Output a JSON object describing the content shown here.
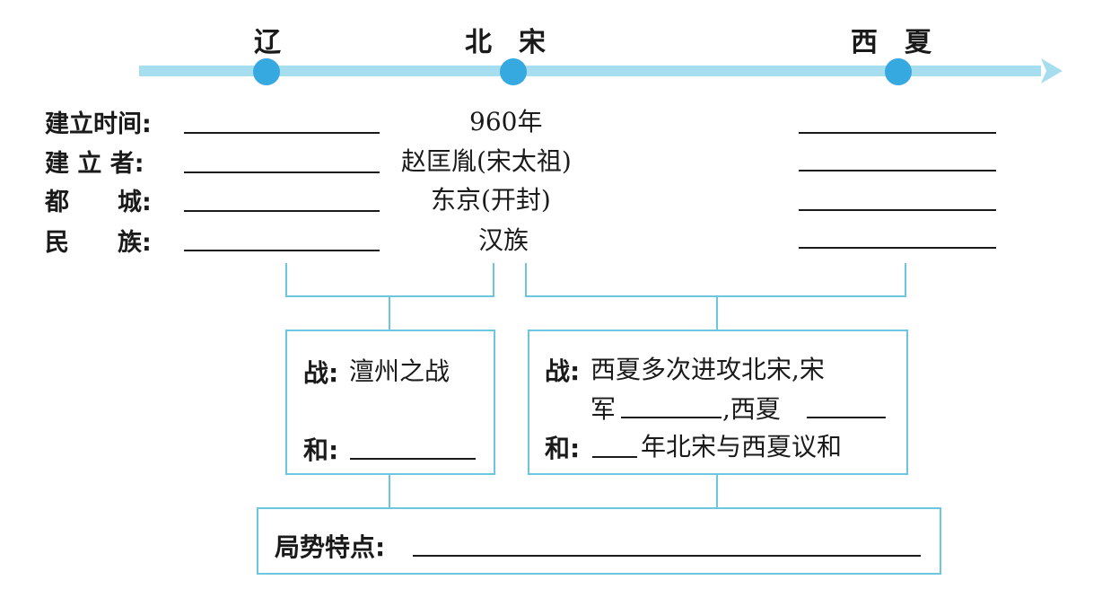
{
  "states": {
    "liao": "辽",
    "song": "北　宋",
    "xixia": "西　夏"
  },
  "rows": {
    "founded_time_label": "建立时间:",
    "founder_label": "建 立 者:",
    "capital_label": "都　　城:",
    "ethnicity_label": "民　　族:"
  },
  "song_info": {
    "founded_time": "960年",
    "founder": "赵匡胤(宋太祖)",
    "capital": "东京(开封)",
    "ethnicity": "汉族"
  },
  "liao_song_box": {
    "war_label": "战:",
    "war_text": "澶州之战",
    "peace_label": "和:"
  },
  "xixia_song_box": {
    "war_label": "战:",
    "war_text_line1": "西夏多次进攻北宋,宋",
    "war_text_line2_a": "军",
    "war_text_line2_b": ",西夏",
    "peace_label": "和:",
    "peace_text": "年北宋与西夏议和"
  },
  "situation": {
    "label": "局势特点:"
  },
  "colors": {
    "timeline": "#a6ddef",
    "node": "#36a9e1",
    "frame": "#6cc6e0"
  }
}
